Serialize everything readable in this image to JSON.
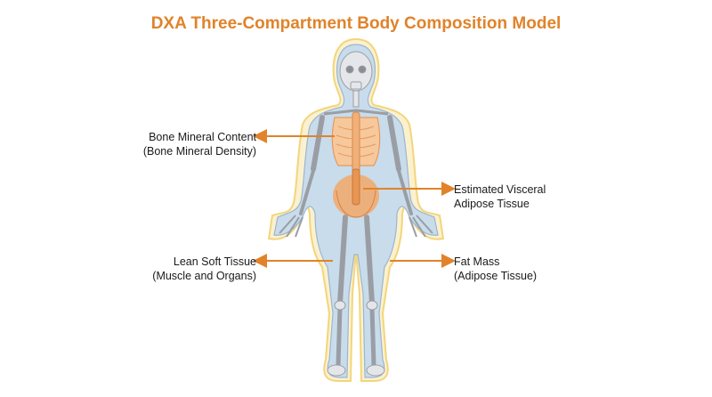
{
  "title": "DXA Three-Compartment Body Composition Model",
  "colors": {
    "title": "#E0832A",
    "arrow": "#E0832A",
    "fat_outline": "#F3D57A",
    "lean_tissue": "#C8DCEC",
    "skeleton": "#E4E6E9",
    "highlight": "#F2A86A"
  },
  "labels": {
    "bone": {
      "line1": "Bone Mineral Content",
      "line2": "(Bone Mineral Density)"
    },
    "visceral": {
      "line1": "Estimated Visceral",
      "line2": "Adipose Tissue"
    },
    "lean": {
      "line1": "Lean Soft Tissue",
      "line2": "(Muscle and Organs)"
    },
    "fat": {
      "line1": "Fat Mass",
      "line2": "(Adipose Tissue)"
    }
  }
}
